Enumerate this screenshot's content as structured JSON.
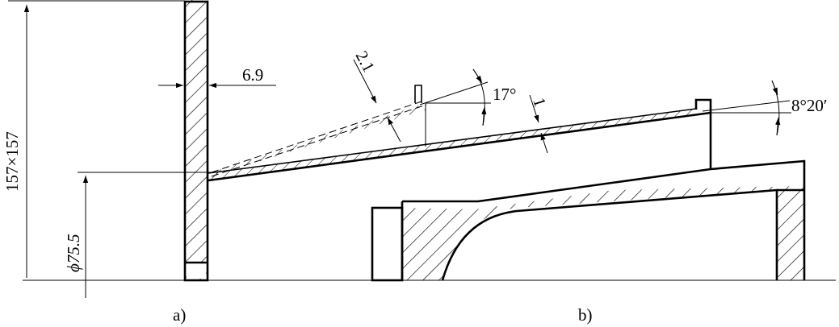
{
  "figure_a": {
    "caption": "a)",
    "dimensions": {
      "wall_thickness": "6.9",
      "outer_size": "157×157",
      "hole_diameter": "ϕ75.5"
    }
  },
  "figure_b": {
    "caption": "b)",
    "dimensions": {
      "lip_thickness": "2.1",
      "angle_upper": "17°",
      "plate_thickness": "1",
      "angle_lower": "8°20′"
    }
  }
}
